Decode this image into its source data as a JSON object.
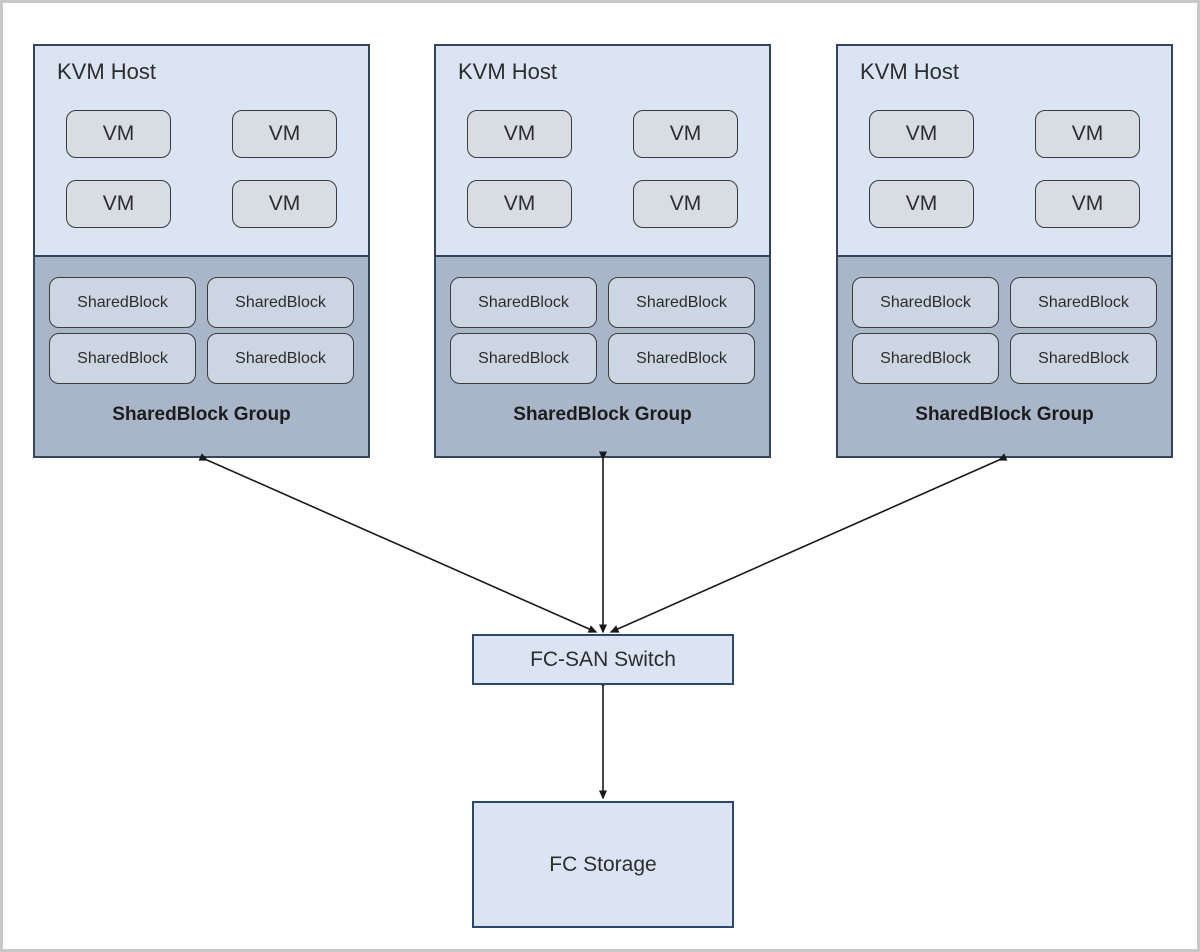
{
  "diagram": {
    "hosts": [
      {
        "title": "KVM Host",
        "vms": [
          "VM",
          "VM",
          "VM",
          "VM"
        ],
        "blocks": [
          "SharedBlock",
          "SharedBlock",
          "SharedBlock",
          "SharedBlock"
        ],
        "group_label": "SharedBlock Group"
      },
      {
        "title": "KVM Host",
        "vms": [
          "VM",
          "VM",
          "VM",
          "VM"
        ],
        "blocks": [
          "SharedBlock",
          "SharedBlock",
          "SharedBlock",
          "SharedBlock"
        ],
        "group_label": "SharedBlock Group"
      },
      {
        "title": "KVM Host",
        "vms": [
          "VM",
          "VM",
          "VM",
          "VM"
        ],
        "blocks": [
          "SharedBlock",
          "SharedBlock",
          "SharedBlock",
          "SharedBlock"
        ],
        "group_label": "SharedBlock Group"
      }
    ],
    "switch_label": "FC-SAN Switch",
    "storage_label": "FC Storage",
    "connections": [
      "SharedBlock Group 1 <-> FC-SAN Switch",
      "SharedBlock Group 2 <-> FC-SAN Switch",
      "SharedBlock Group 3 <-> FC-SAN Switch",
      "FC-SAN Switch <-> FC Storage"
    ],
    "colors": {
      "host_fill": "#dbe4f3",
      "host_border": "#35445c",
      "vm_fill": "#d8dce3",
      "vm_border": "#3c3c3c",
      "group_fill": "#a9b6c9",
      "block_fill": "#ccd5e2",
      "fc_fill": "#dbe4f3",
      "fc_border": "#2c4770",
      "arrow_color": "#1a1a1a",
      "frame_border": "#c8c8c8"
    }
  }
}
